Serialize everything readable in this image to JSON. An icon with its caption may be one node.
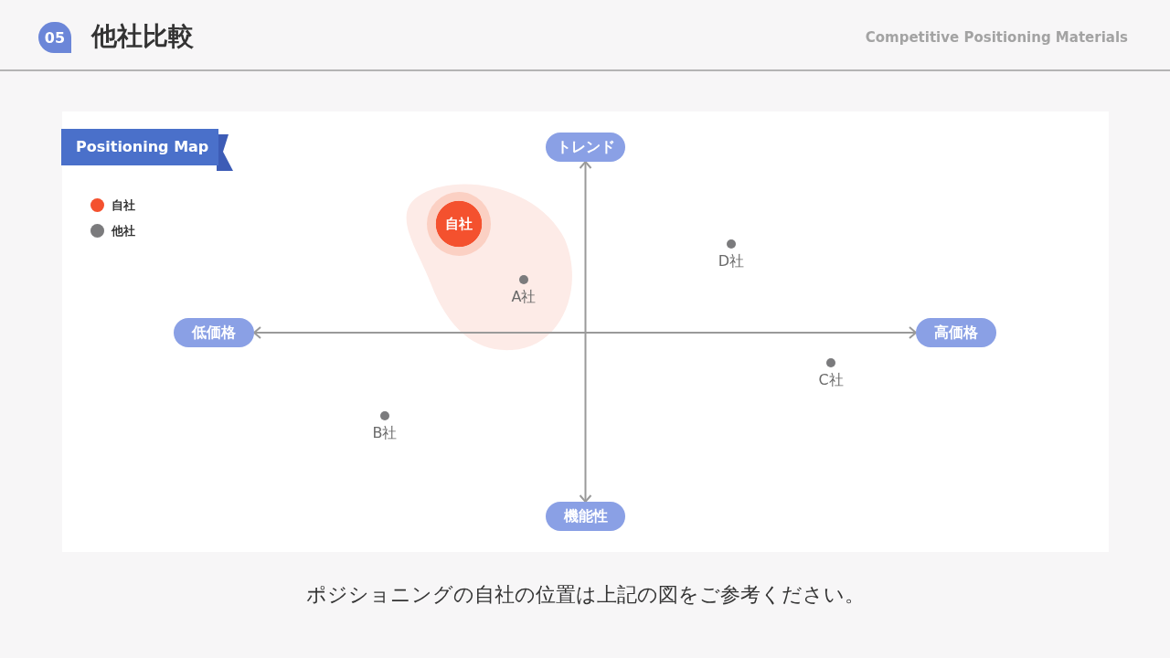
{
  "diagram": {
    "title": "他社比較",
    "caption": "ポジショニングの自社の位置は上記の図をご参考ください。",
    "nodes": [
      {
        "text": [
          "05"
        ]
      },
      {
        "text": [
          "Positioning Map"
        ]
      },
      {
        "text": [
          "トレンド"
        ]
      },
      {
        "text": [
          "自社"
        ]
      },
      {
        "text": [],
        "shape": "circle",
        "beside": [
          "D社"
        ]
      },
      {
        "text": [],
        "shape": "circle",
        "beside": [
          "A社"
        ]
      },
      {
        "text": [
          "低価格"
        ]
      },
      {
        "text": [
          "高価格"
        ]
      },
      {
        "text": [],
        "shape": "circle",
        "beside": [
          "C社"
        ]
      },
      {
        "text": [],
        "shape": "circle",
        "beside": [
          "B社"
        ]
      },
      {
        "text": [
          "機能性"
        ]
      }
    ],
    "edges": [
      {
        "from": 2,
        "to": 10,
        "arrow": "both"
      },
      {
        "from": 6,
        "to": 7,
        "arrow": "both"
      }
    ],
    "labels": [
      "Competitive Positioning Materials"
    ],
    "legend": [
      {
        "text": "自社",
        "color": "#f4512e"
      },
      {
        "text": "他社",
        "color": "#7b7b7d"
      }
    ]
  }
}
